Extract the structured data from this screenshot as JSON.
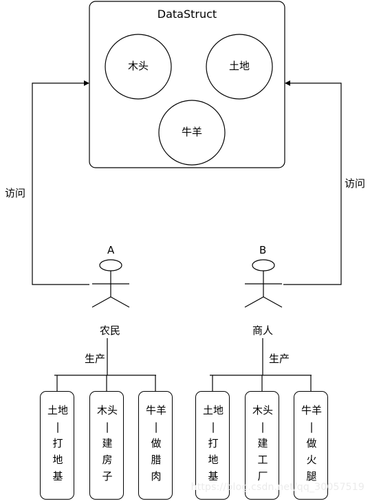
{
  "datastruct": {
    "title": "DataStruct",
    "items": [
      "木头",
      "土地",
      "牛羊"
    ]
  },
  "actors": {
    "a": {
      "letter": "A",
      "role": "农民",
      "access_label": "访问",
      "produce_label": "生产"
    },
    "b": {
      "letter": "B",
      "role": "商人",
      "access_label": "访问",
      "produce_label": "生产"
    }
  },
  "products": {
    "a": [
      {
        "resource": "土地",
        "dash": "|",
        "lines": [
          "打",
          "地",
          "基"
        ]
      },
      {
        "resource": "木头",
        "dash": "|",
        "lines": [
          "建",
          "房",
          "子"
        ]
      },
      {
        "resource": "牛羊",
        "dash": "|",
        "lines": [
          "做",
          "腊",
          "肉"
        ]
      }
    ],
    "b": [
      {
        "resource": "土地",
        "dash": "|",
        "lines": [
          "打",
          "地",
          "基"
        ]
      },
      {
        "resource": "木头",
        "dash": "|",
        "lines": [
          "建",
          "工",
          "厂"
        ]
      },
      {
        "resource": "牛羊",
        "dash": "|",
        "lines": [
          "做",
          "火",
          "腿"
        ]
      }
    ]
  },
  "watermark": "https://blog.csdn.net/qq_30057519"
}
